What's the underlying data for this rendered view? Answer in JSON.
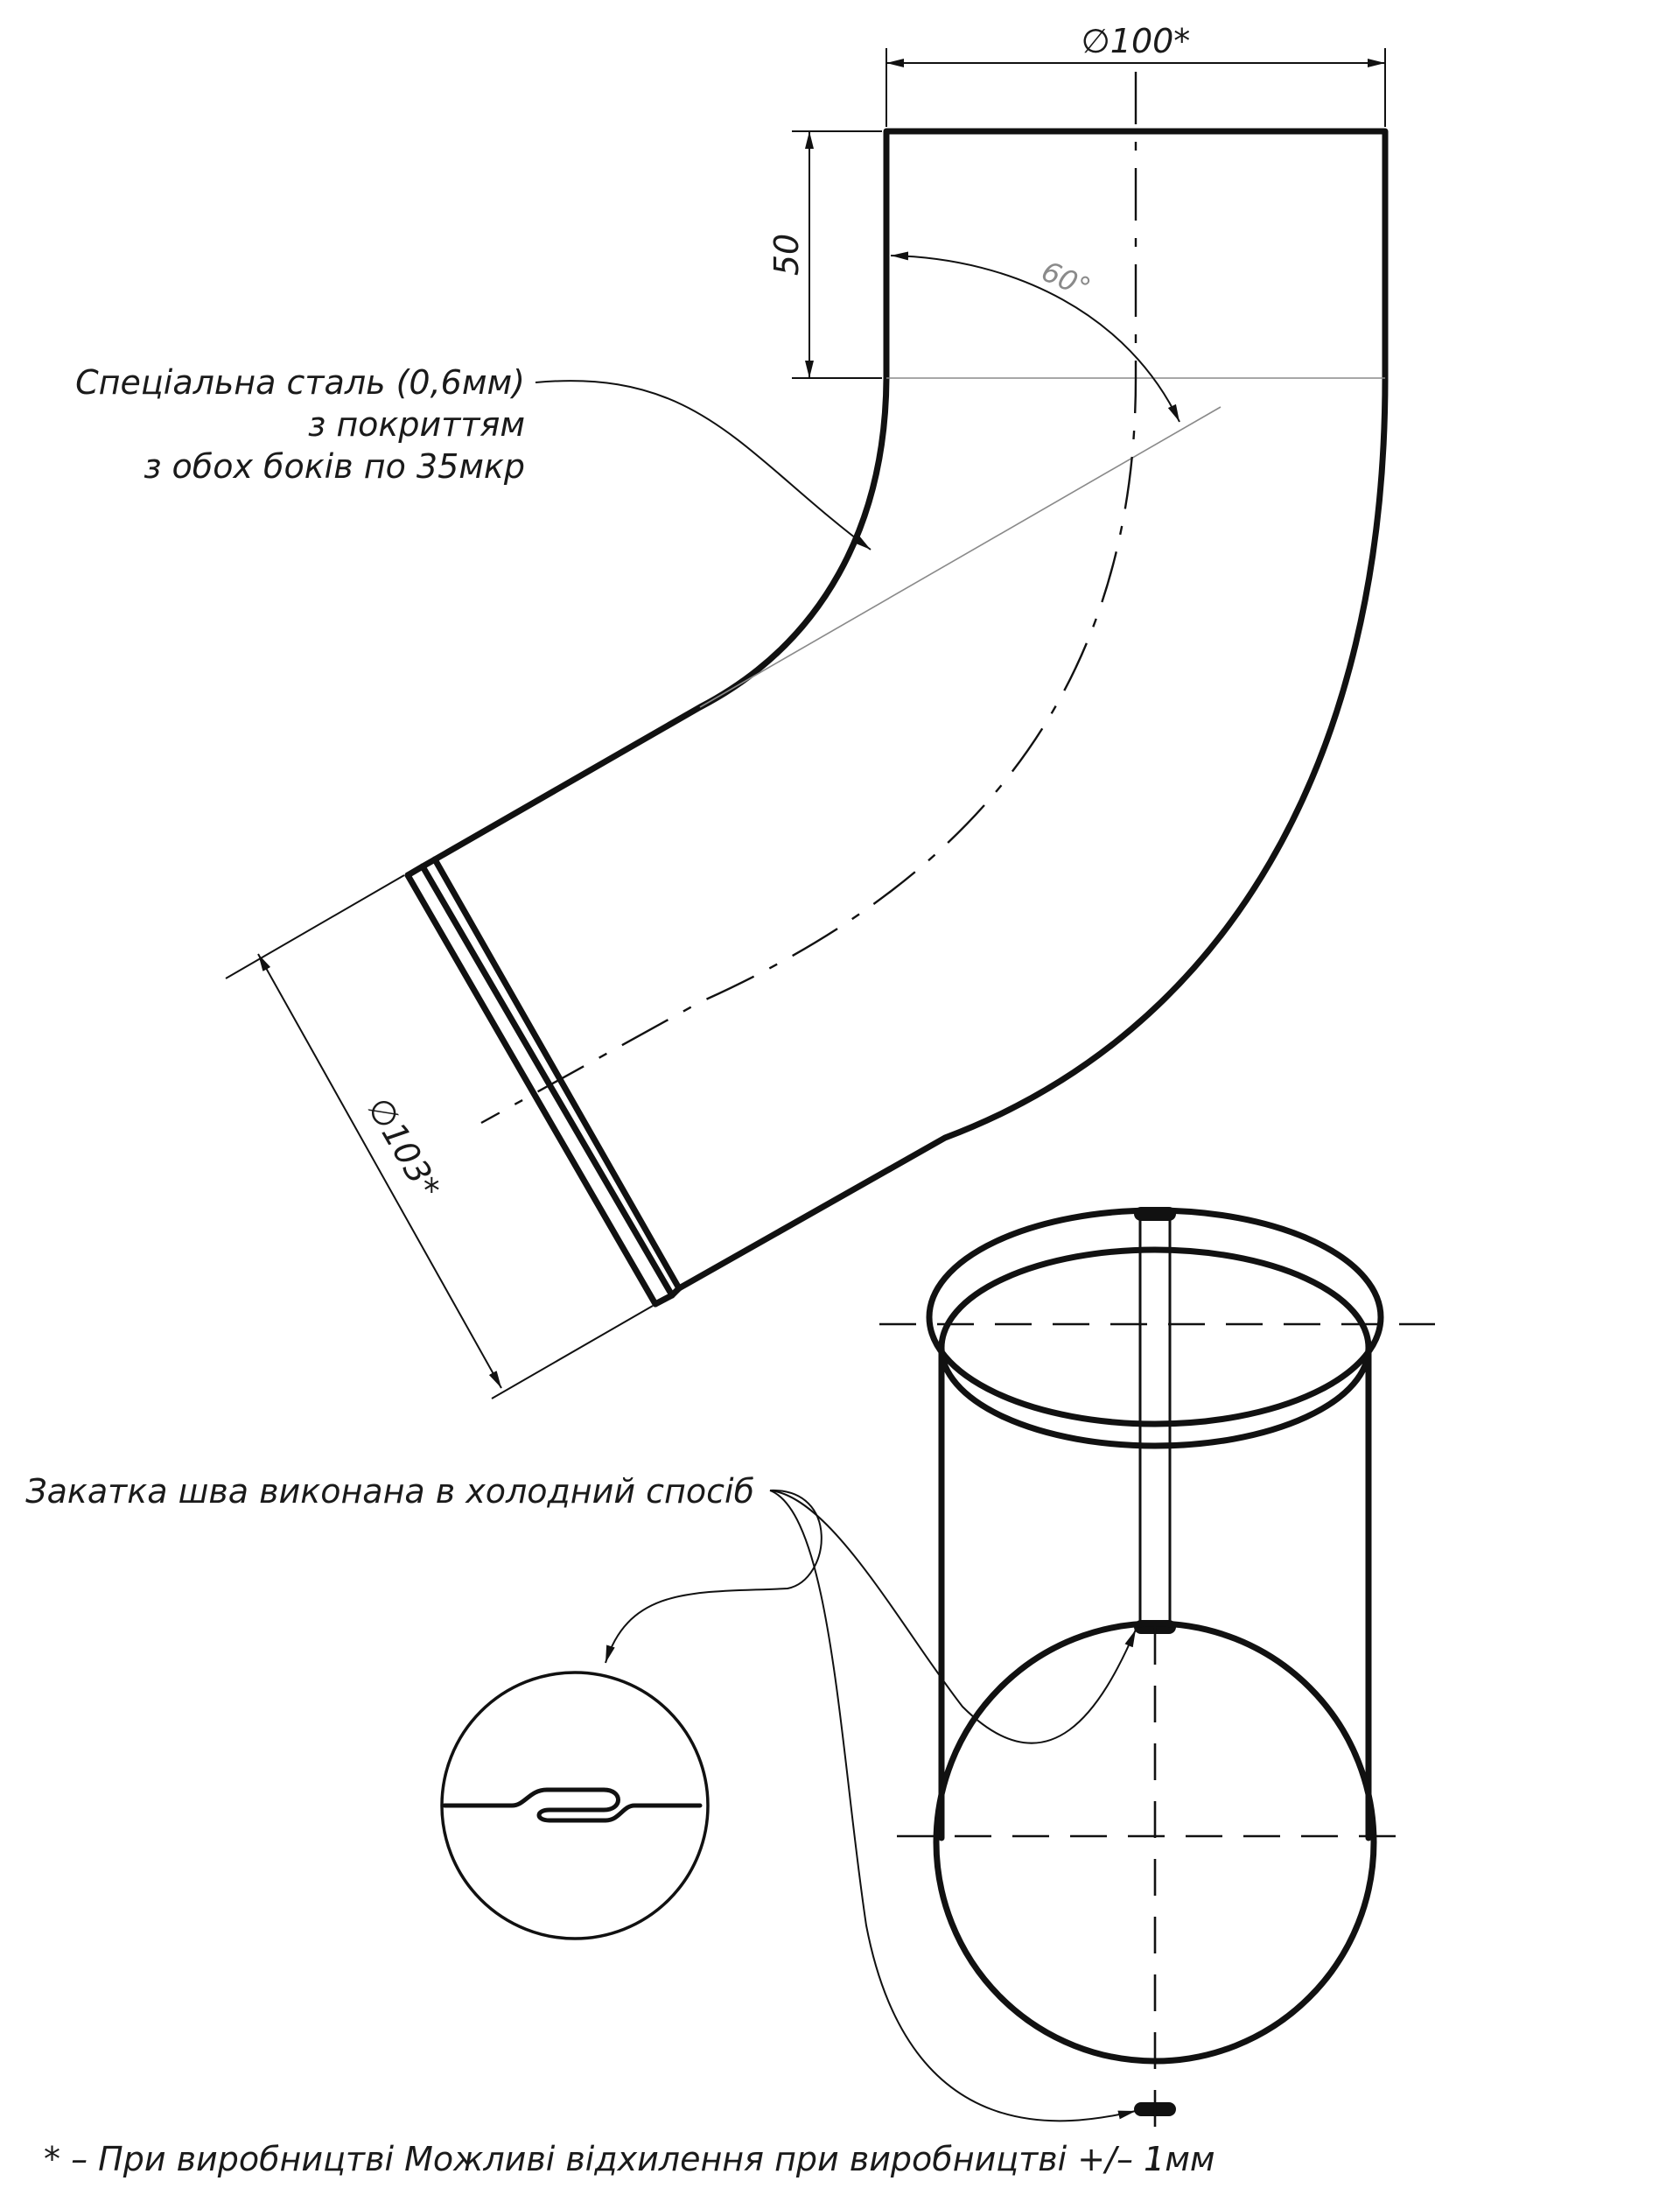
{
  "dimensions": {
    "top_diameter": "∅100*",
    "straight_length": "50",
    "angle": "60°",
    "outlet_diameter": "∅103*"
  },
  "notes": {
    "material_line1": "Спеціальна сталь (0,6мм)",
    "material_line2": "з покриттям",
    "material_line3": "з обох боків по 35мкр",
    "seam": "Закатка шва виконана в холодний спосіб",
    "footnote": "* – При виробництві Можливі відхилення при виробництві +/– 1мм"
  },
  "colors": {
    "line": "#111111",
    "background": "#ffffff"
  }
}
